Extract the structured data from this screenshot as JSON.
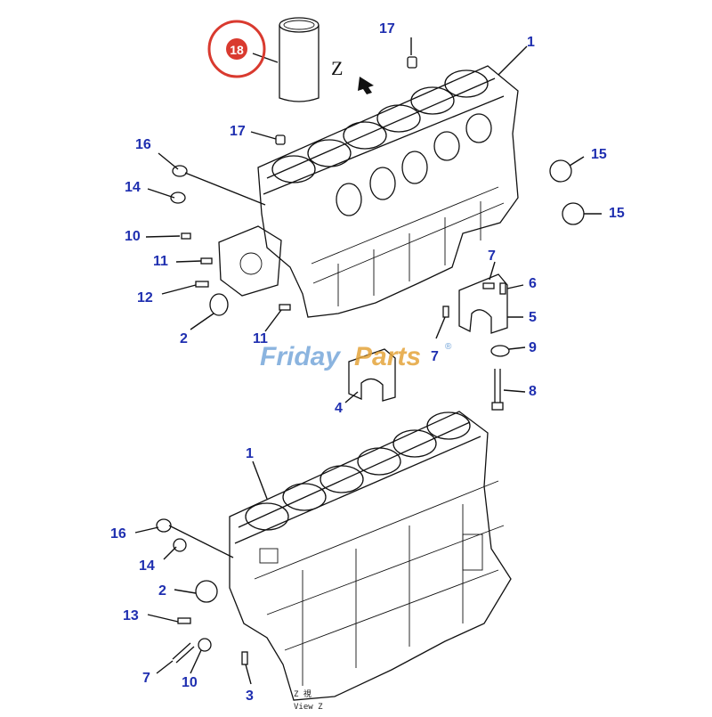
{
  "diagram": {
    "highlight_color": "#d93a2f",
    "label_color": "#1f2fb0",
    "callouts_top": [
      "18",
      "17",
      "1",
      "17",
      "16",
      "15",
      "14",
      "15",
      "10",
      "11",
      "7",
      "6",
      "12",
      "5",
      "2",
      "11",
      "7",
      "9",
      "8",
      "4"
    ],
    "callouts_bottom": [
      "1",
      "16",
      "14",
      "2",
      "13",
      "7",
      "10",
      "3"
    ],
    "view_letter": "Z",
    "caption_line1": "Z   視",
    "caption_line2": "View Z",
    "watermark_left": "Friday",
    "watermark_right": "Parts",
    "watermark_mark": "®"
  }
}
